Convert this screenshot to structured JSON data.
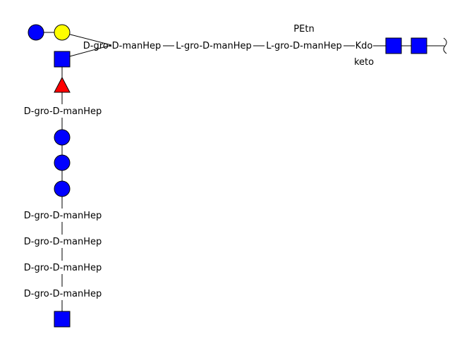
{
  "colors": {
    "glc_circle": "#0000ff",
    "gal_circle": "#ffff00",
    "glcnac_square": "#0000ff",
    "fuc_triangle": "#ff0000",
    "stroke": "#000000",
    "background": "#ffffff"
  },
  "labels": {
    "branch_hep": "D-gro-D-manHep",
    "chain_hep_1": "L-gro-D-manHep",
    "chain_hep_2": "L-gro-D-manHep",
    "kdo": "Kdo",
    "petn": "PEtn",
    "keto": "keto",
    "vertical_hep_top": "D-gro-D-manHep",
    "vertical_hep_1": "D-gro-D-manHep",
    "vertical_hep_2": "D-gro-D-manHep",
    "vertical_hep_3": "D-gro-D-manHep",
    "vertical_hep_4": "D-gro-D-manHep"
  },
  "symbols": [
    {
      "name": "glucose-circle-top",
      "shape": "circle",
      "color_key": "glc_circle"
    },
    {
      "name": "galactose-circle-top",
      "shape": "circle",
      "color_key": "gal_circle"
    },
    {
      "name": "glcnac-square-branch",
      "shape": "square",
      "color_key": "glcnac_square"
    },
    {
      "name": "fucose-triangle",
      "shape": "triangle",
      "color_key": "fuc_triangle"
    },
    {
      "name": "glucose-circle-vertical-1",
      "shape": "circle",
      "color_key": "glc_circle"
    },
    {
      "name": "glucose-circle-vertical-2",
      "shape": "circle",
      "color_key": "glc_circle"
    },
    {
      "name": "glucose-circle-vertical-3",
      "shape": "circle",
      "color_key": "glc_circle"
    },
    {
      "name": "glcnac-square-bottom",
      "shape": "square",
      "color_key": "glcnac_square"
    },
    {
      "name": "glcnac-square-chain-1",
      "shape": "square",
      "color_key": "glcnac_square"
    },
    {
      "name": "glcnac-square-chain-2",
      "shape": "square",
      "color_key": "glcnac_square"
    }
  ]
}
